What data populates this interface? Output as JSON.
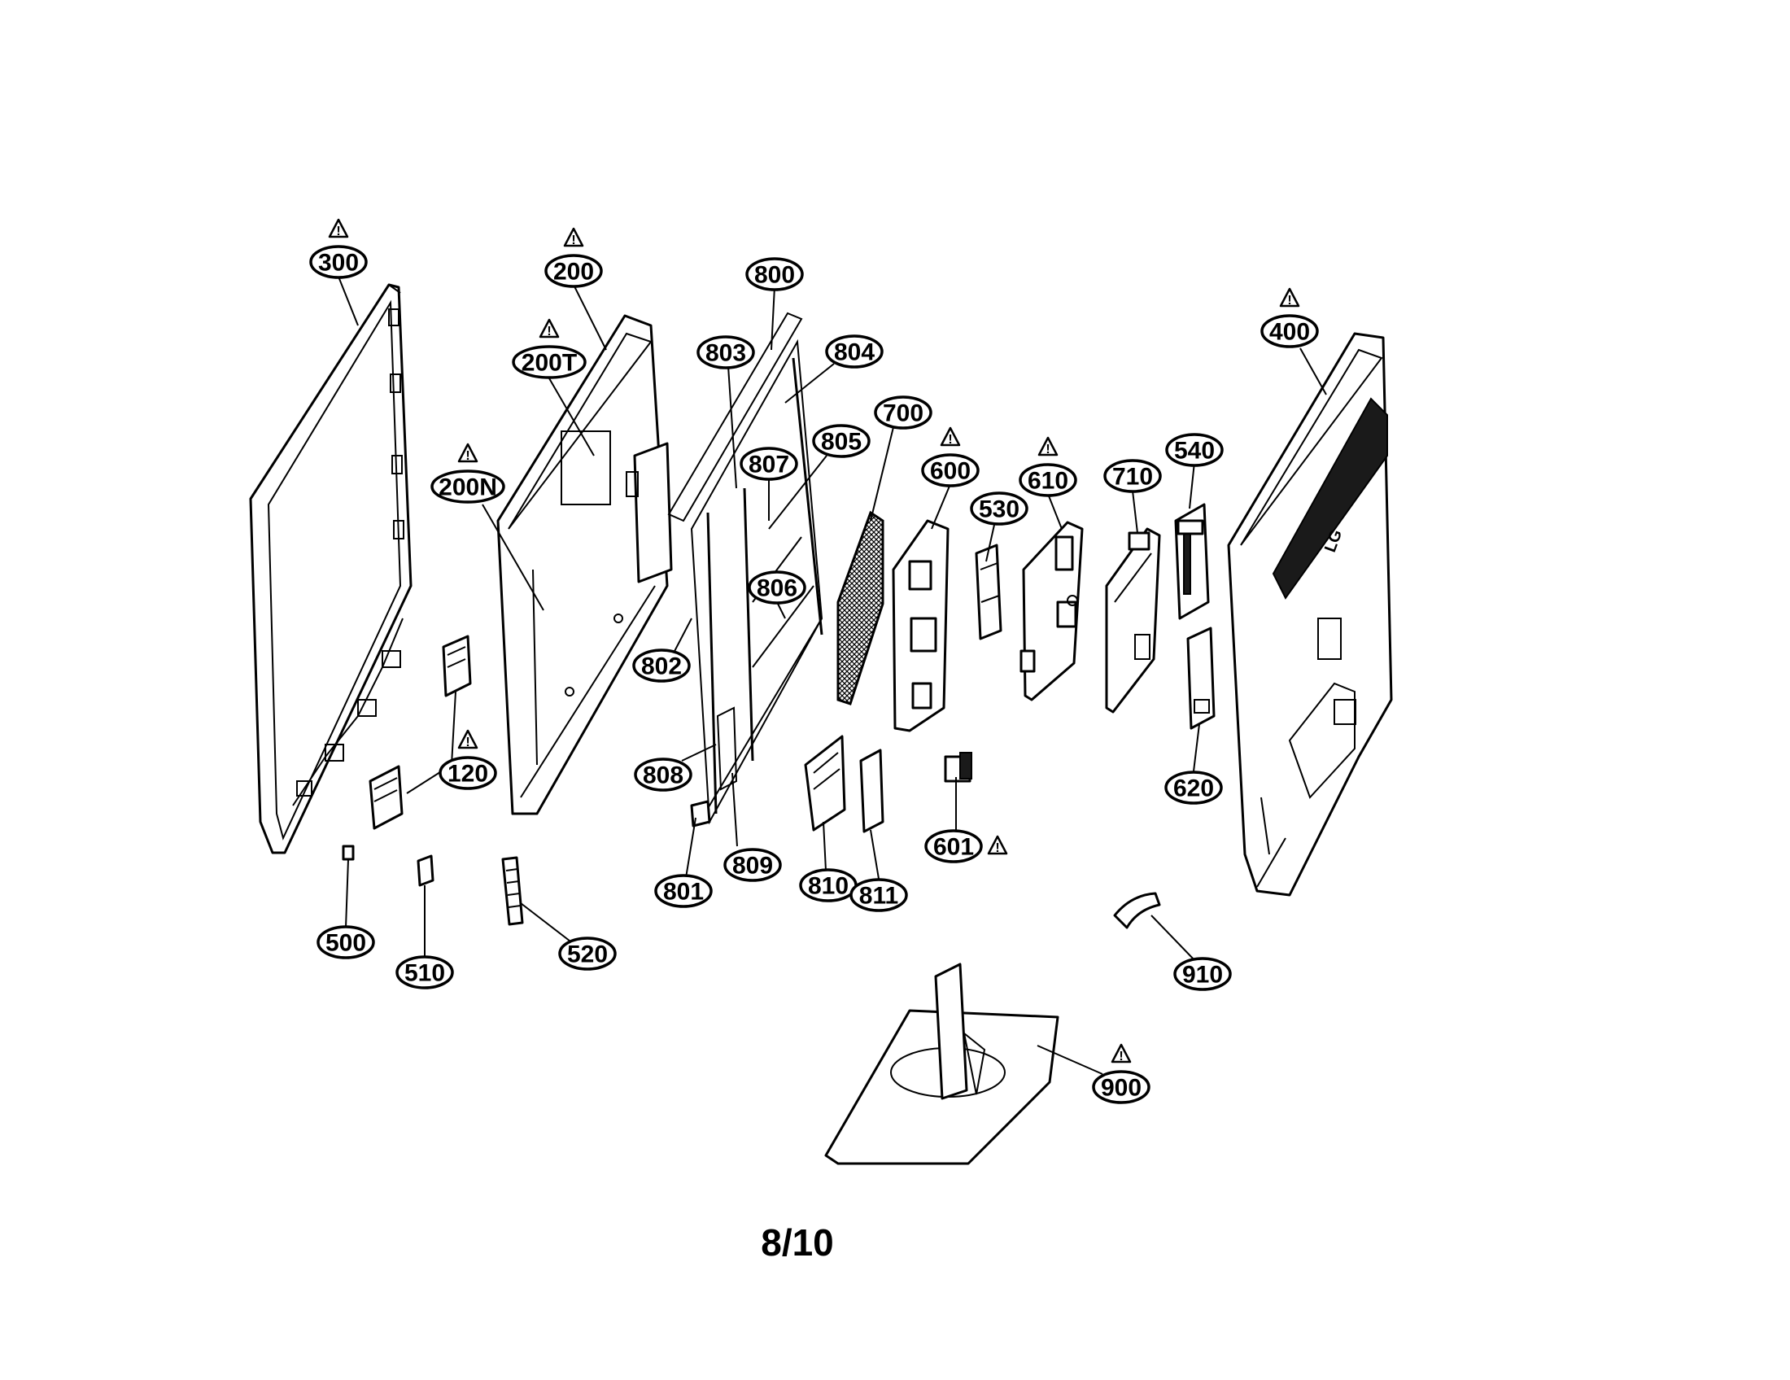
{
  "diagram": {
    "parts": [
      {
        "id": "p300",
        "label": "300",
        "warning": true
      },
      {
        "id": "p200",
        "label": "200",
        "warning": true
      },
      {
        "id": "p200T",
        "label": "200T",
        "warning": true
      },
      {
        "id": "p200N",
        "label": "200N",
        "warning": true
      },
      {
        "id": "p120",
        "label": "120",
        "warning": true
      },
      {
        "id": "p500",
        "label": "500",
        "warning": false
      },
      {
        "id": "p510",
        "label": "510",
        "warning": false
      },
      {
        "id": "p520",
        "label": "520",
        "warning": false
      },
      {
        "id": "p800",
        "label": "800",
        "warning": false
      },
      {
        "id": "p803",
        "label": "803",
        "warning": false
      },
      {
        "id": "p804",
        "label": "804",
        "warning": false
      },
      {
        "id": "p807",
        "label": "807",
        "warning": false
      },
      {
        "id": "p805",
        "label": "805",
        "warning": false
      },
      {
        "id": "p806",
        "label": "806",
        "warning": false
      },
      {
        "id": "p802",
        "label": "802",
        "warning": false
      },
      {
        "id": "p808",
        "label": "808",
        "warning": false
      },
      {
        "id": "p801",
        "label": "801",
        "warning": false
      },
      {
        "id": "p809",
        "label": "809",
        "warning": false
      },
      {
        "id": "p700",
        "label": "700",
        "warning": false
      },
      {
        "id": "p600",
        "label": "600",
        "warning": true
      },
      {
        "id": "p810",
        "label": "810",
        "warning": false
      },
      {
        "id": "p811",
        "label": "811",
        "warning": false
      },
      {
        "id": "p601",
        "label": "601",
        "warning": true
      },
      {
        "id": "p530",
        "label": "530",
        "warning": false
      },
      {
        "id": "p610",
        "label": "610",
        "warning": true
      },
      {
        "id": "p710",
        "label": "710",
        "warning": false
      },
      {
        "id": "p540",
        "label": "540",
        "warning": false
      },
      {
        "id": "p620",
        "label": "620",
        "warning": false
      },
      {
        "id": "p400",
        "label": "400",
        "warning": true
      },
      {
        "id": "p910",
        "label": "910",
        "warning": false
      },
      {
        "id": "p900",
        "label": "900",
        "warning": true
      }
    ],
    "brand_mark": "LG",
    "page_number": "8/10"
  }
}
